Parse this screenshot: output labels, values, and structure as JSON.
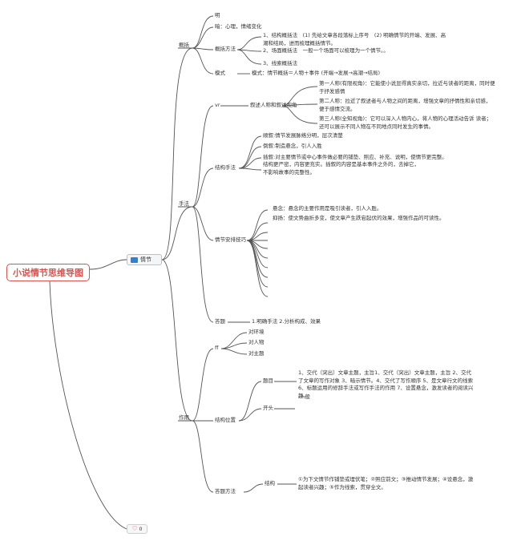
{
  "root": {
    "title": "小说情节思维导图"
  },
  "topic": {
    "label": "情节"
  },
  "favorite": {
    "heart": "♡",
    "count": "0"
  },
  "nodes": {
    "gaikuo": "概括",
    "ming": "明",
    "an": "暗：心理，情绪变化",
    "gaikuo_fangfa": "概括方法",
    "fangfa1": "1、结构概括法　(1) 先给文章各段落标上序号　(2) 明确情节的开端、发展、高潮和结局，进而梳理概括情节。",
    "fangfa2": "2、场面概括法　一般一个场面可以梳理为一个情节。。",
    "fangfa3": "3、线索概括法",
    "moshi": "模式",
    "moshi_text": "模式：情节概括＝人物＋事件 (开端→发展→高潮→结局)",
    "shoufa": "手法",
    "vr": "vr",
    "xushu_shijiao": "叙述人称和叙述视角",
    "rencheng1": "第一人称(有限视角)：它能使小说显得真实亲切，拉近与读者的距离，同时便于抒发感情",
    "rencheng2": "第二人称：拉近了叙述者与人物之间的距离，增强文章的抒情性和亲切感，便于感情交流。",
    "rencheng3": "第三人称(全知视角)：它可以深入人物内心，将人物的心理活动告诉 读者；还可以展示不同人物在不同地点同时发生的事情。",
    "jiegou_shoufa": "结构手法",
    "shunxu": "顺叙:情节发展脉络分明，层次清楚",
    "daoxu": "倒叙:制造悬念，引人入胜",
    "chaxu": "插叙:对主要情节或中心事件做必要的铺垫、照应、补充、说明，使情节更完整。",
    "buxu": "结构更严密，内容更充实。插叙的内容是基本事件之外的，去掉它，不影响故事的完整性。",
    "anpai_jiqiao": "情节安排技巧",
    "xuannian": "悬念：悬念的主要作用是吸引读者，引人入胜。",
    "yiyang": "抑扬：使文势曲折多变，使文章产生跌宕起伏的效果，增强作品的可读性。",
    "dati": "答题",
    "dati_text": "1.明确手法 2.分析构成、效果",
    "zuoyong": "作用",
    "ff": "ff",
    "dui_huanjing": "对环境",
    "dui_renwu": "对人物",
    "dui_zhuti": "对主题",
    "jiegou_weizhi": "结构位置",
    "timu": "题目",
    "timu_text": "1、交代（突出）文章主题，主旨1、交代（突出）文章主题，主旨 2、交代了文章的写作对象 3、暗示情节。4、交代了写作顺序 5、是文章行文的线索 6、标题运用的修辞手法或写作手法的作用 7、设置悬念，激发读者的阅读兴趣。",
    "kaitou": "开头",
    "yiban": "一般",
    "dati_fangfa": "答题方法",
    "jiegou": "结构",
    "jiegou_text": "①为下文情节作铺垫或埋伏笔；②照应前文；③推动情节发展；④设悬念，激起读者兴趣；⑤作为线索，贯穿全文。"
  }
}
